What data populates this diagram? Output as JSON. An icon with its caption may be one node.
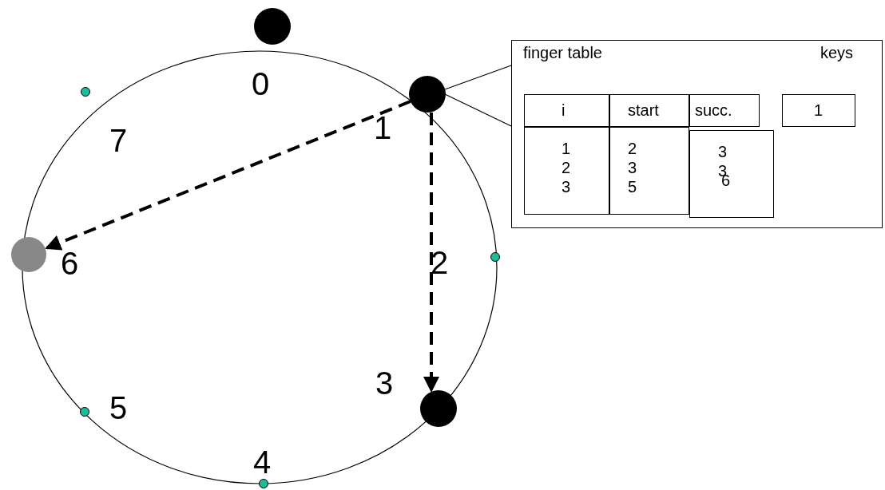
{
  "diagram": {
    "nodes": [
      {
        "text": [],
        "shape": "circle",
        "beside": [
          "0"
        ]
      },
      {
        "text": [],
        "shape": "circle",
        "beside": [
          "7"
        ]
      },
      {
        "text": [],
        "shape": "circle",
        "beside": [
          "1"
        ]
      },
      {
        "text": [],
        "shape": "circle",
        "beside": [
          "6"
        ]
      },
      {
        "text": [],
        "shape": "circle",
        "beside": [
          "2"
        ]
      },
      {
        "text": [],
        "shape": "circle",
        "beside": [
          "3"
        ]
      },
      {
        "text": [],
        "shape": "circle",
        "beside": [
          "5"
        ]
      },
      {
        "text": [],
        "shape": "circle",
        "beside": [
          "4"
        ]
      },
      {
        "text": [
          "finger table",
          "keys"
        ]
      }
    ],
    "edges": [
      {
        "from": 2,
        "to": 3,
        "arrow": "to",
        "style": "dashed"
      },
      {
        "from": 2,
        "to": 5,
        "arrow": "to",
        "style": "dashed"
      },
      {
        "from": 2,
        "to": 8,
        "arrow": "none"
      }
    ],
    "labels": [
      "i",
      "start",
      "succ.",
      "1",
      "1",
      "2",
      "3",
      "2",
      "3",
      "3",
      "3",
      "5",
      "6"
    ]
  }
}
